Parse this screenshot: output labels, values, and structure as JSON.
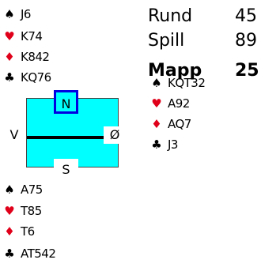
{
  "info": {
    "round_label": "Rund",
    "round_value": "45",
    "game_label": "Spill",
    "game_value": "89",
    "folder_label": "Mapp",
    "folder_value": "25"
  },
  "seats": {
    "north": "N",
    "west": "V",
    "east": "Ø",
    "south": "S"
  },
  "suits": {
    "spade": "♠",
    "heart": "♥",
    "diamond": "♦",
    "club": "♣"
  },
  "hands": {
    "north": {
      "spades": "J6",
      "hearts": "K74",
      "diamonds": "K842",
      "clubs": "KQ76"
    },
    "east": {
      "spades": "KQT32",
      "hearts": "A92",
      "diamonds": "AQ7",
      "clubs": "J3"
    },
    "south": {
      "spades": "A75",
      "hearts": "T85",
      "diamonds": "T6",
      "clubs": "AT542"
    }
  },
  "colors": {
    "red_suit": "#e0001a",
    "table": "#00ffff",
    "selected_seat_border": "#0000e0"
  }
}
